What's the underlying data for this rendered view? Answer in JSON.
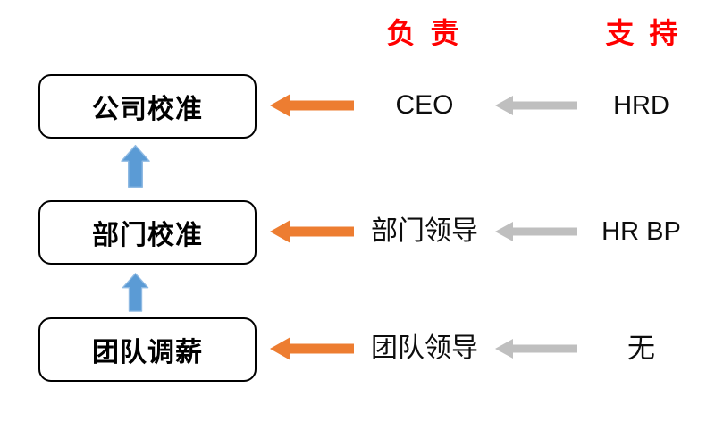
{
  "diagram_title": "salary-review-calibration-flow",
  "headers": {
    "responsible": {
      "label": "负 责"
    },
    "support": {
      "label": "支 持"
    }
  },
  "rows": [
    {
      "stage": "公司校准",
      "responsible": "CEO",
      "support": "HRD"
    },
    {
      "stage": "部门校准",
      "responsible": "部门领导",
      "support": "HR BP"
    },
    {
      "stage": "团队调薪",
      "responsible": "团队领导",
      "support": "无"
    }
  ],
  "colors": {
    "header_red": "#ff0000",
    "orange_arrow": "#ED7D31",
    "gray_arrow": "#BFBFBF",
    "blue_arrow_fill": "#5B9BD5",
    "blue_arrow_border": "#8FBAE3",
    "box_border": "#000000"
  },
  "icons": {
    "up_arrow": "up-arrow",
    "responsible_arrow": "left-arrow-orange",
    "support_arrow": "left-arrow-gray"
  }
}
